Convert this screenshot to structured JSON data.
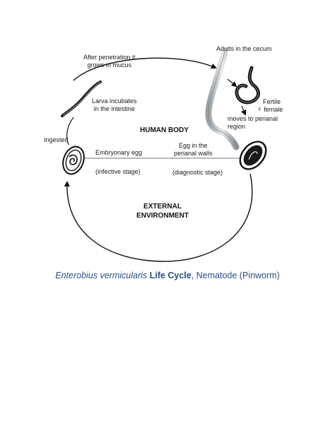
{
  "labels": {
    "adults_cecum": "Adults in the cecum",
    "after_penetration_1": "After penetration it",
    "after_penetration_2": "grows in  mucus",
    "larva_incubates_1": "Larva incubates",
    "larva_incubates_2": "in the intestine",
    "fertile_1": "Fertile",
    "fertile_2": "female",
    "female_symbol": "♀",
    "moves_1": "moves to perianal",
    "moves_2": "region",
    "ingested": "Ingested",
    "embryonary_egg": "Embryonary egg",
    "infective_stage": "(infective stage)",
    "egg_perianal_1": "Egg in the",
    "egg_perianal_2": "perianal walls",
    "diagnostic_stage": "(diagnostic stage)"
  },
  "regions": {
    "human_body": "HUMAN BODY",
    "external_1": "EXTERNAL",
    "external_2": "ENVIRONMENT"
  },
  "caption": {
    "scientific_name": "Enterobius vermicularis",
    "life_cycle": "Life Cycle",
    "rest": ", Nematode (Pinworm)"
  }
}
